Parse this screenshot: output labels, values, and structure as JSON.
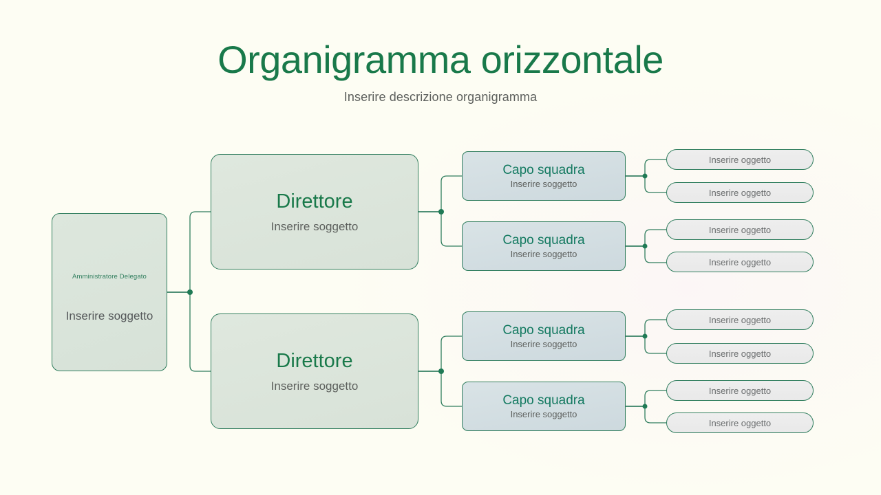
{
  "header": {
    "title": "Organigramma orizzontale",
    "subtitle": "Inserire descrizione organigramma"
  },
  "colors": {
    "background": "#fdfdf3",
    "title_green": "#19794a",
    "connector_green": "#2f7d5d",
    "subtitle_gray": "#5c5f5c",
    "director_fill": "#dce5db",
    "lead_fill": "#d4dfe3",
    "item_fill": "#ececec",
    "lead_text": "#147a61"
  },
  "chart_data": {
    "type": "diagram",
    "orientation": "horizontal",
    "levels": 4,
    "nodes": [
      {
        "id": "root",
        "role": "Amministratore Delegato",
        "subject": "Inserire soggetto",
        "level": 0
      },
      {
        "id": "d1",
        "role": "Direttore",
        "subject": "Inserire soggetto",
        "level": 1,
        "parent": "root"
      },
      {
        "id": "d2",
        "role": "Direttore",
        "subject": "Inserire soggetto",
        "level": 1,
        "parent": "root"
      },
      {
        "id": "l1",
        "role": "Capo squadra",
        "subject": "Inserire soggetto",
        "level": 2,
        "parent": "d1"
      },
      {
        "id": "l2",
        "role": "Capo squadra",
        "subject": "Inserire soggetto",
        "level": 2,
        "parent": "d1"
      },
      {
        "id": "l3",
        "role": "Capo squadra",
        "subject": "Inserire soggetto",
        "level": 2,
        "parent": "d2"
      },
      {
        "id": "l4",
        "role": "Capo squadra",
        "subject": "Inserire soggetto",
        "level": 2,
        "parent": "d2"
      },
      {
        "id": "i1",
        "label": "Inserire oggetto",
        "level": 3,
        "parent": "l1"
      },
      {
        "id": "i2",
        "label": "Inserire oggetto",
        "level": 3,
        "parent": "l1"
      },
      {
        "id": "i3",
        "label": "Inserire oggetto",
        "level": 3,
        "parent": "l2"
      },
      {
        "id": "i4",
        "label": "Inserire oggetto",
        "level": 3,
        "parent": "l2"
      },
      {
        "id": "i5",
        "label": "Inserire oggetto",
        "level": 3,
        "parent": "l3"
      },
      {
        "id": "i6",
        "label": "Inserire oggetto",
        "level": 3,
        "parent": "l3"
      },
      {
        "id": "i7",
        "label": "Inserire oggetto",
        "level": 3,
        "parent": "l4"
      },
      {
        "id": "i8",
        "label": "Inserire oggetto",
        "level": 3,
        "parent": "l4"
      }
    ]
  },
  "root": {
    "role": "Amministratore Delegato",
    "subject": "Inserire soggetto"
  },
  "directors": [
    {
      "role": "Direttore",
      "subject": "Inserire soggetto"
    },
    {
      "role": "Direttore",
      "subject": "Inserire soggetto"
    }
  ],
  "leads": [
    {
      "role": "Capo squadra",
      "subject": "Inserire soggetto"
    },
    {
      "role": "Capo squadra",
      "subject": "Inserire soggetto"
    },
    {
      "role": "Capo squadra",
      "subject": "Inserire soggetto"
    },
    {
      "role": "Capo squadra",
      "subject": "Inserire soggetto"
    }
  ],
  "items": [
    {
      "label": "Inserire oggetto"
    },
    {
      "label": "Inserire oggetto"
    },
    {
      "label": "Inserire oggetto"
    },
    {
      "label": "Inserire oggetto"
    },
    {
      "label": "Inserire oggetto"
    },
    {
      "label": "Inserire oggetto"
    },
    {
      "label": "Inserire oggetto"
    },
    {
      "label": "Inserire oggetto"
    }
  ]
}
